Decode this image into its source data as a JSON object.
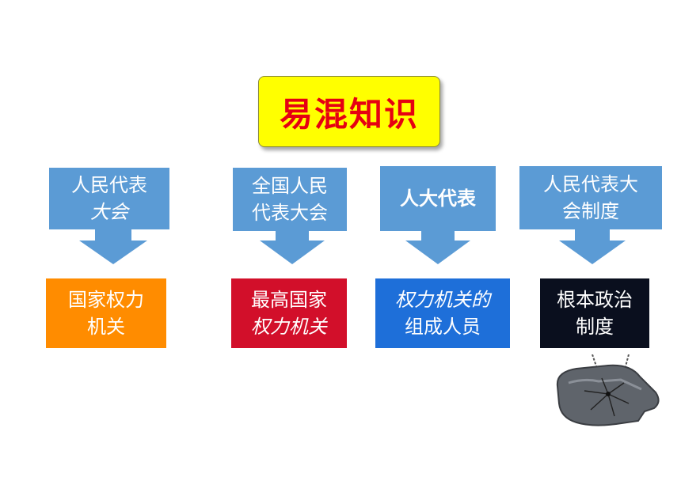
{
  "title": "易混知识",
  "columns": [
    {
      "head_lines": [
        "人民代表",
        "大会"
      ],
      "result_lines": [
        "国家权力",
        "机关"
      ]
    },
    {
      "head_lines": [
        "全国人民",
        "代表大会"
      ],
      "result_lines": [
        "最高国家",
        "权力机关"
      ]
    },
    {
      "head_lines": [
        "人大代表"
      ],
      "result_lines": [
        "权力机关的",
        "组成人员"
      ]
    },
    {
      "head_lines": [
        "人民代表大",
        "会制度"
      ],
      "result_lines": [
        "根本政治",
        "制度"
      ]
    }
  ],
  "colors": {
    "title_bg": "#ffff00",
    "title_text": "#e60012",
    "head_blue": "#5b9bd5",
    "result_orange": "#ff8c00",
    "result_red": "#d20f2a",
    "result_blue": "#1e6fd9",
    "result_dark": "#0a0f1e"
  }
}
